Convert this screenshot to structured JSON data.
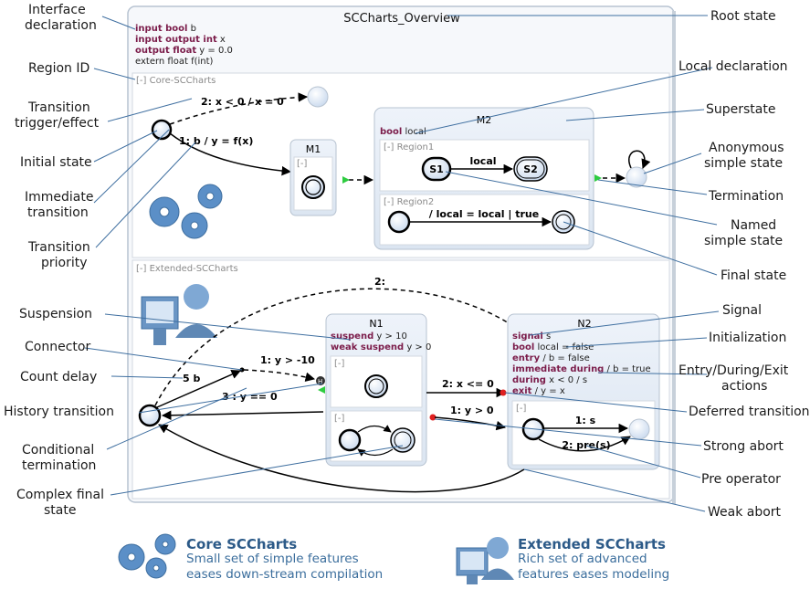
{
  "callouts": {
    "interface_declaration_1": "Interface",
    "interface_declaration_2": "declaration",
    "region_id": "Region ID",
    "transition_trigger_1": "Transition",
    "transition_trigger_2": "trigger/effect",
    "initial_state": "Initial state",
    "immediate_1": "Immediate",
    "immediate_2": "transition",
    "priority_1": "Transition",
    "priority_2": "priority",
    "suspension": "Suspension",
    "connector": "Connector",
    "count_delay": "Count delay",
    "history_transition": "History transition",
    "conditional_1": "Conditional",
    "conditional_2": "termination",
    "complex_final_1": "Complex final",
    "complex_final_2": "state",
    "root_state": "Root state",
    "local_declaration": "Local declaration",
    "superstate": "Superstate",
    "anonymous_1": "Anonymous",
    "anonymous_2": "simple state",
    "termination": "Termination",
    "named_1": "Named",
    "named_2": "simple state",
    "final_state": "Final state",
    "signal": "Signal",
    "initialization": "Initialization",
    "entry_during_1": "Entry/During/Exit",
    "entry_during_2": "actions",
    "deferred": "Deferred transition",
    "strong_abort": "Strong abort",
    "pre_operator": "Pre operator",
    "weak_abort": "Weak abort"
  },
  "root": {
    "title": "SCCharts_Overview",
    "decl_kw_1": "input bool",
    "decl_rest_1": " b",
    "decl_kw_2": "input output int",
    "decl_rest_2": " x",
    "decl_kw_3": "output float",
    "decl_rest_3": " y = 0.0",
    "decl_line_4": "extern float f(int)"
  },
  "core_region": {
    "label": "[-] Core-SCCharts",
    "t_self": "2: x < 0 / x = 0",
    "t_to_m1": "1: b / y = f(x)",
    "m1_name": "M1",
    "m1_region": "[-]"
  },
  "m2": {
    "name": "M2",
    "decl_kw": "bool",
    "decl_rest": " local",
    "region1": "[-] Region1",
    "s1": "S1",
    "s2": "S2",
    "t_local": "local",
    "region2": "[-] Region2",
    "t_region2": "/ local = local | true"
  },
  "ext_region": {
    "label": "[-] Extended-SCCharts",
    "t_top": "2:",
    "t_connector": "1: y > -10",
    "t_count": "5 b",
    "t_history": "3 : y == 0",
    "t_deferred": "2: x <= 0",
    "t_strong": "1: y > 0"
  },
  "n1": {
    "name": "N1",
    "kw1": "suspend",
    "rest1": " y > 10",
    "kw2": "weak suspend",
    "rest2": " y > 0",
    "region_a": "[-]",
    "region_b": "[-]"
  },
  "n2": {
    "name": "N2",
    "kw1": "signal",
    "rest1": " s",
    "kw2": "bool",
    "rest2": " local = false",
    "kw3": "entry",
    "rest3": " / b = false",
    "kw4": "immediate during",
    "rest4": " / b = true",
    "kw5": "during",
    "rest5": " x < 0 / s",
    "kw6": "exit",
    "rest6": " / y = x",
    "region": "[-]",
    "t_s": "1: s",
    "t_pre": "2: pre(s)"
  },
  "legend": {
    "core_title": "Core SCCharts",
    "core_line1": "Small set of simple features",
    "core_line2": "eases down-stream compilation",
    "ext_title": "Extended SCCharts",
    "ext_line1": "Rich set of advanced",
    "ext_line2": "features eases modeling"
  }
}
